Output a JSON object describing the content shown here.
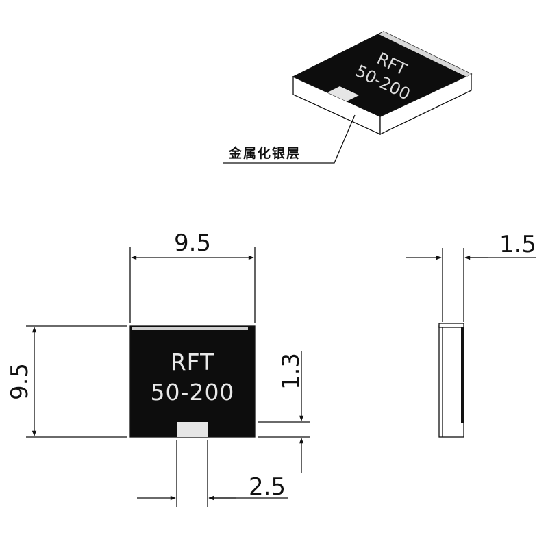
{
  "component": {
    "marking_line1": "RFT",
    "marking_line2": "50-200"
  },
  "callout": {
    "label": "金属化银层"
  },
  "dimensions": {
    "width": "9.5",
    "height": "9.5",
    "thickness": "1.5",
    "pad_width": "2.5",
    "pad_height": "1.3"
  },
  "colors": {
    "body": "#0d0d0d",
    "pad": "#e6e6e6",
    "line": "#111111",
    "background": "#ffffff"
  }
}
